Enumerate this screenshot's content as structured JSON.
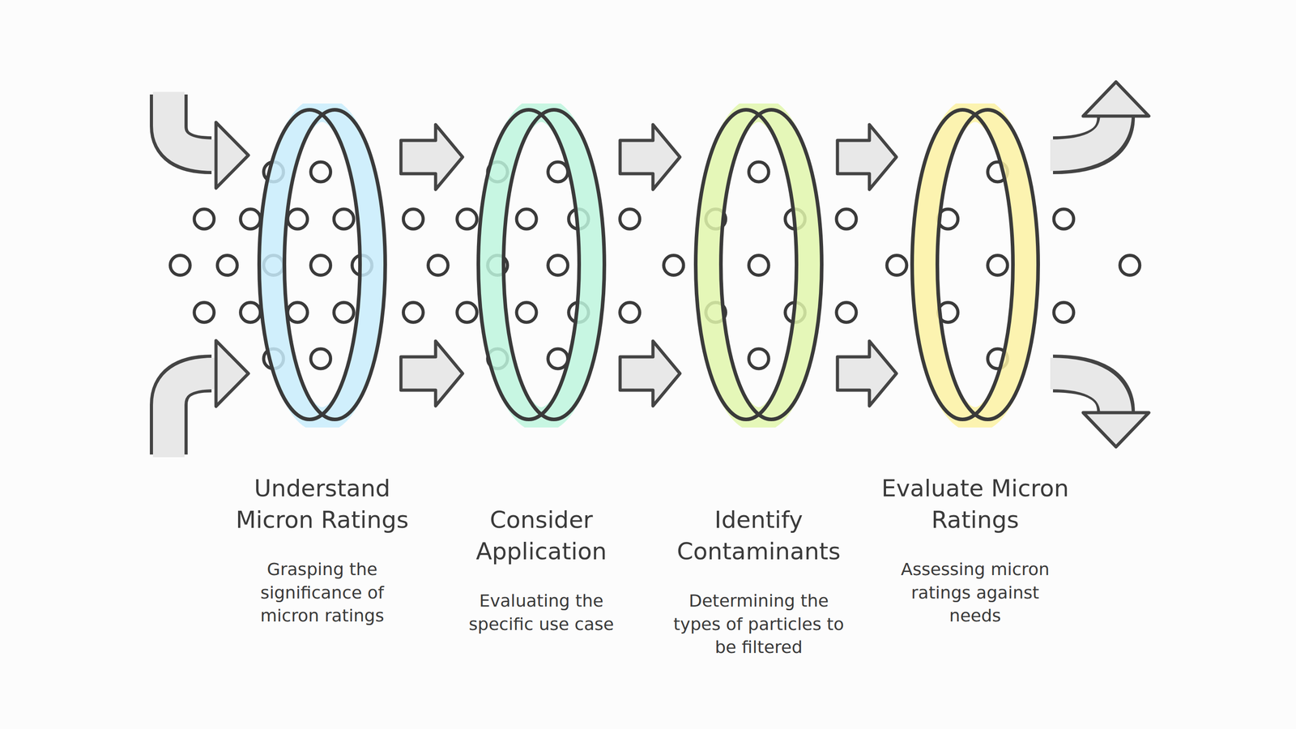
{
  "diagram": {
    "nodes": [
      {
        "text": [
          "Understand Micron Ratings",
          "Grasping the significance of micron ratings"
        ]
      },
      {
        "text": [
          "Consider Application",
          "Evaluating the specific use case"
        ]
      },
      {
        "text": [
          "Identify Contaminants",
          "Determining the types of particles to be filtered"
        ]
      },
      {
        "text": [
          "Evaluate Micron Ratings",
          "Assessing micron ratings against needs"
        ]
      }
    ],
    "edges": [
      {
        "from": 0,
        "to": 1,
        "arrow": "to"
      },
      {
        "from": 0,
        "to": 1,
        "arrow": "to"
      },
      {
        "from": 1,
        "to": 2,
        "arrow": "to"
      },
      {
        "from": 1,
        "to": 2,
        "arrow": "to"
      },
      {
        "from": 2,
        "to": 3,
        "arrow": "to"
      },
      {
        "from": 2,
        "to": 3,
        "arrow": "to"
      }
    ]
  }
}
